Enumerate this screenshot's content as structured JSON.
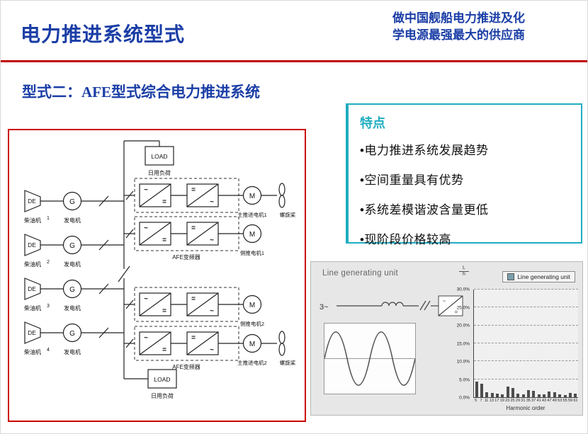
{
  "header": {
    "title": "电力推进系统型式",
    "tagline_line1": "做中国舰船电力推进及化",
    "tagline_line2": "学电源最强最大的供应商"
  },
  "subtitle": "型式二：AFE型式综合电力推进系统",
  "diagram": {
    "sym_ac": "~",
    "sym_dc": "=",
    "load_top": {
      "code": "LOAD",
      "label": "日用负荷"
    },
    "load_bottom": {
      "code": "LOAD",
      "label": "日用负荷"
    },
    "units": [
      {
        "engine": "DE",
        "engine_label": "柴油机",
        "number": "1",
        "gen": "G",
        "gen_label": "发电机"
      },
      {
        "engine": "DE",
        "engine_label": "柴油机",
        "number": "2",
        "gen": "G",
        "gen_label": "发电机"
      },
      {
        "engine": "DE",
        "engine_label": "柴油机",
        "number": "3",
        "gen": "G",
        "gen_label": "发电机"
      },
      {
        "engine": "DE",
        "engine_label": "柴油机",
        "number": "4",
        "gen": "G",
        "gen_label": "发电机"
      }
    ],
    "drives": [
      {
        "motor": "M",
        "label": "主推进电机1",
        "propeller": "螺旋桨"
      },
      {
        "motor": "M",
        "label": "侧推电机1",
        "converter": "AFE变频器"
      },
      {
        "motor": "M",
        "label": "侧推电机2"
      },
      {
        "motor": "M",
        "label": "主推进电机2",
        "propeller": "螺旋桨",
        "converter": "AFE变频器"
      }
    ]
  },
  "features": {
    "heading": "特点",
    "items": [
      "•电力推进系统发展趋势",
      "•空间重量具有优势",
      "•系统差模谐波含量更低",
      "•现阶段价格较高"
    ]
  },
  "harmonics_panel": {
    "title": "Line generating unit",
    "legend_label": "Line generating unit",
    "source_label": "3~",
    "ratio_top": "L",
    "ratio_bottom": "h"
  },
  "chart_data": {
    "type": "bar",
    "title": "Line generating unit",
    "xlabel": "Harmonic order",
    "ylabel": "",
    "ylim": [
      0,
      30
    ],
    "yticks": [
      0,
      5,
      10,
      15,
      20,
      25,
      30
    ],
    "grid": true,
    "legend": [
      "Line generating unit"
    ],
    "legend_position": "top-right",
    "categories": [
      5,
      7,
      11,
      13,
      17,
      19,
      23,
      25,
      29,
      31,
      35,
      37,
      41,
      43,
      47,
      49,
      53,
      55,
      59,
      61
    ],
    "values": [
      4.3,
      3.8,
      1.3,
      1.1,
      0.9,
      0.8,
      2.9,
      2.6,
      0.9,
      0.8,
      2.0,
      1.8,
      0.8,
      0.7,
      1.6,
      1.4,
      0.7,
      0.6,
      1.2,
      1.0
    ]
  },
  "colors": {
    "title_blue": "#1b3ea6",
    "rule_red": "#c00000",
    "diagram_border": "#cc0000",
    "features_teal": "#1fadc0",
    "panel_bg": "#e7e7e7",
    "bar_fill": "#4d4d4d",
    "legend_swatch": "#7ba0ac"
  }
}
